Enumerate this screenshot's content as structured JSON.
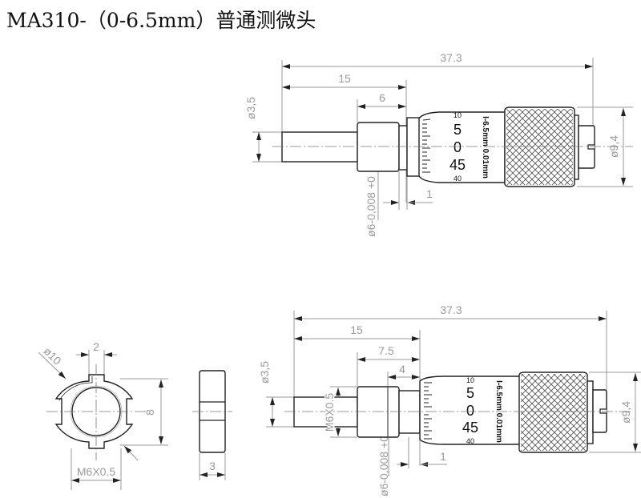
{
  "title": "MA310-（0-6.5mm）普通测微头",
  "top_view": {
    "dim_total": "37.3",
    "dim_15": "15",
    "dim_6": "6",
    "dim_spindle_dia": "ø3,5",
    "dim_sleeve_dia": "ø6-0,008 +0",
    "dim_1": "1",
    "dim_thimble_dia": "ø9,4",
    "scale_10": "10",
    "scale_5": "5",
    "scale_0": "0",
    "scale_45": "45",
    "scale_40": "40",
    "range_label": "I-6.5mm 0.01mm"
  },
  "bottom_view": {
    "dim_total": "37.3",
    "dim_15": "15",
    "dim_7_5": "7.5",
    "dim_4": "4",
    "dim_spindle_dia": "ø3,5",
    "thread": "M6X0.5",
    "dim_sleeve_dia": "ø6-0,008 +0",
    "dim_1": "1",
    "dim_thimble_dia": "ø9,4",
    "scale_10": "10",
    "scale_5": "5",
    "scale_0": "0",
    "scale_45": "45",
    "scale_40": "40",
    "range_label": "I-6.5mm 0.01mm"
  },
  "nut": {
    "dim_slot": "2",
    "dim_outer_dia": "ø10",
    "dim_8": "8",
    "thread": "M6X0.5",
    "dim_thickness": "3"
  }
}
